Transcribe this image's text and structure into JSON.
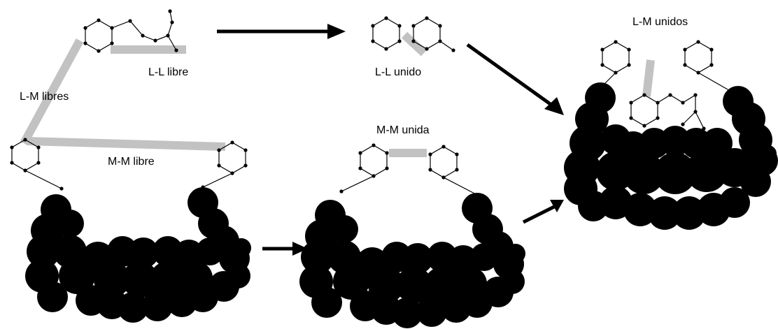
{
  "labels": {
    "ll_free": "L-L libre",
    "lm_free": "L-M libres",
    "mm_free": "M-M libre",
    "ll_bound": "L-L unido",
    "mm_bound": "M-M unida",
    "lm_bound": "L-M unidos"
  },
  "colors": {
    "interaction_band": "#c2c2c2",
    "molecule": "#000000",
    "background": "#ffffff"
  }
}
